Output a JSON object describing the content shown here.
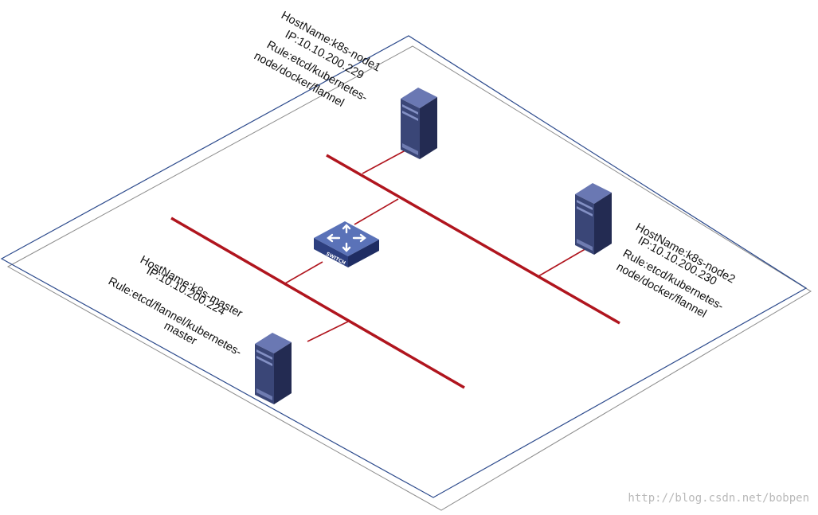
{
  "colors": {
    "plane_border": "#2c4a8c",
    "plane_shadow": "#8c8c8c",
    "network_line": "#b0151e",
    "server_front": "#3a4677",
    "server_side": "#232b52",
    "server_top": "#6a78b3",
    "switch_top": "#5a72b8",
    "switch_side": "#2d3f7f"
  },
  "nodes": {
    "node1": {
      "icon": "server-icon",
      "hostname": "HostName:k8s-node1",
      "ip": "IP:10.10.200.229",
      "rule_1": "Rule:etcd/kubernetes-",
      "rule_2": "node/docker/flannel"
    },
    "node2": {
      "icon": "server-icon",
      "hostname": "HostName:k8s-node2",
      "ip": "IP:10.10.200.230",
      "rule_1": "Rule:etcd/kubernetes-",
      "rule_2": "node/docker/flannel"
    },
    "master": {
      "icon": "server-icon",
      "hostname": "HostName:k8s-master",
      "ip": "IP:10.10.200.224",
      "rule_1": "Rule:etcd/flannel/kubernetes-",
      "rule_2": "master"
    }
  },
  "switch": {
    "icon": "switch-icon",
    "label": "SWITCH"
  },
  "watermark": "http://blog.csdn.net/bobpen"
}
